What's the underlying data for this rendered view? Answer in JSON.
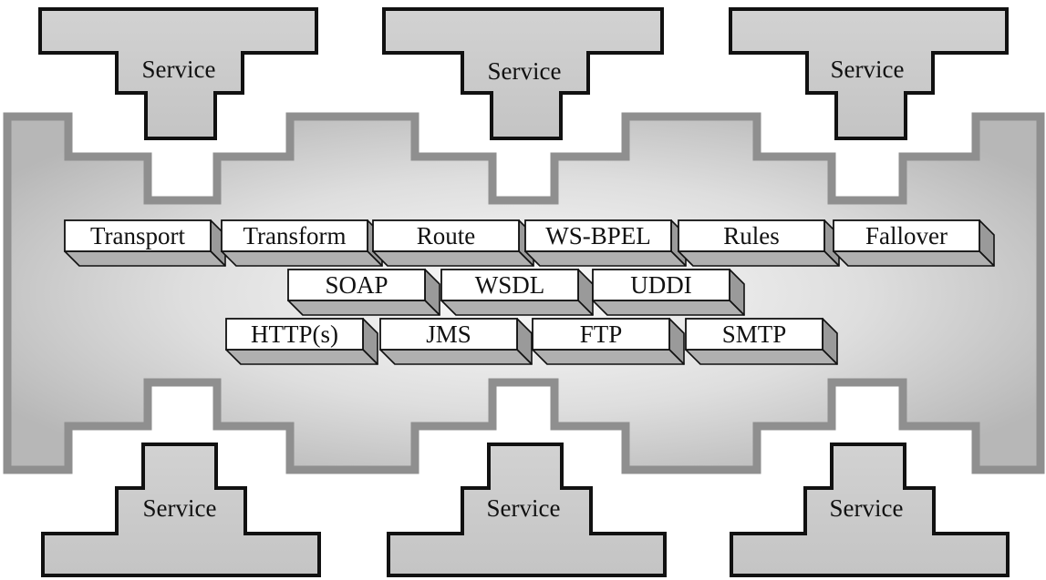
{
  "services_top": [
    "Service",
    "Service",
    "Service"
  ],
  "services_bottom": [
    "Service",
    "Service",
    "Service"
  ],
  "layer_capabilities": [
    "Transport",
    "Transform",
    "Route",
    "WS-BPEL",
    "Rules",
    "Fallover"
  ],
  "layer_standards": [
    "SOAP",
    "WSDL",
    "UDDI"
  ],
  "layer_protocols": [
    "HTTP(s)",
    "JMS",
    "FTP",
    "SMTP"
  ]
}
